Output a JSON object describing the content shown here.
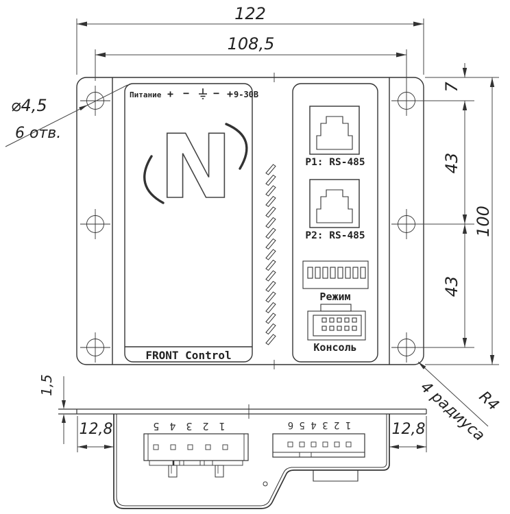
{
  "colors": {
    "line": "#333333",
    "background": "#ffffff"
  },
  "front_view": {
    "power_row": {
      "label": "Питание",
      "plus_a": "+",
      "minus_a": "−",
      "minus_b": "−",
      "plus_b": "+",
      "voltage": "9-30В"
    },
    "logo_letter": "N",
    "port1_label": "P1: RS-485",
    "port2_label": "P2: RS-485",
    "dip_label": "Режим",
    "console_label": "Консоль",
    "footer_label": "FRONT Control"
  },
  "dimensions": {
    "overall_width": "122",
    "hole_span_width": "108,5",
    "hole_top_offset": "7",
    "hole_spacing_upper": "43",
    "hole_spacing_lower": "43",
    "overall_height": "100",
    "hole_diameter": "⌀4,5",
    "hole_count_note": "6 отв.",
    "corner_radius": "R4",
    "corner_radius_note": "4 радиуса",
    "flange_thickness": "1,5",
    "left_edge_offset": "12,8",
    "right_edge_offset": "12,8"
  },
  "bottom_view": {
    "left_connector_pins": "1 2 3 4 5",
    "right_connector_pins": "1 2 3 4 5 6"
  }
}
